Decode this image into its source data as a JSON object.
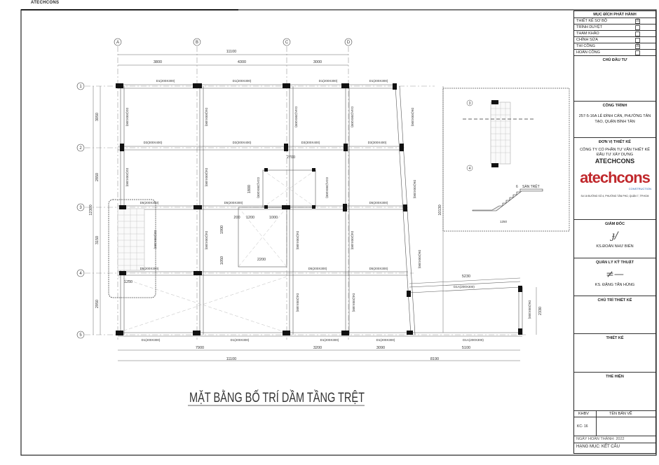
{
  "header": {
    "brand": "ATECHCONS"
  },
  "title": "MẶT BẰNG BỐ TRÍ DẦM TẦNG TRỆT",
  "grid": {
    "columns": [
      "A",
      "B",
      "C",
      "D"
    ],
    "rows": [
      "1",
      "2",
      "3",
      "4",
      "5"
    ]
  },
  "dims": {
    "top_total": "11100",
    "top": [
      "3800",
      "4300",
      "3000"
    ],
    "left_total": "12300",
    "left": [
      "3050",
      "2850",
      "3150",
      "2950"
    ],
    "bottom1": [
      "7900",
      "3200",
      "3090",
      "5100"
    ],
    "bottom2": [
      "11100",
      "8190"
    ],
    "opening": [
      "2700",
      "1800",
      "200",
      "1200",
      "1000",
      "1900",
      "1050",
      "2200"
    ],
    "stair": "1250",
    "right_ext": "5230",
    "right_h": "2330",
    "right_v": "10130"
  },
  "beams": {
    "d1": "D1(200X300)",
    "d1a": "D1A(200X300)",
    "d2": "D2(200X300)",
    "d2a": "D2A(200X300)",
    "d3": "D3(300X400)",
    "d4": "D4(300X400)",
    "d4b": "D4(200X300)",
    "d4c": "D4(200X400)",
    "d4a": "D4A(200X300)",
    "d5": "D5(200X300)",
    "d6": "D6(200X300)"
  },
  "detail": {
    "label": "SÀN TRỆT",
    "step": "6",
    "width": "1250",
    "grid": [
      "3",
      "4"
    ]
  },
  "title_block": {
    "purpose_title": "MỤC ĐÍCH PHÁT HÀNH",
    "purposes": [
      {
        "label": "THIẾT KẾ SƠ BỘ",
        "mark": "☒"
      },
      {
        "label": "TRÌNH DUYỆT",
        "mark": ""
      },
      {
        "label": "THAM KHẢO",
        "mark": ""
      },
      {
        "label": "CHỈNH SỬA",
        "mark": ""
      },
      {
        "label": "THI CÔNG",
        "mark": "☒"
      },
      {
        "label": "HOÀN CÔNG",
        "mark": ""
      }
    ],
    "owner": "CHỦ ĐẦU TƯ",
    "project_title": "CÔNG TRÌNH",
    "project_addr": "257-5-16A LÊ ĐÌNH CẨN, PHƯỜNG TÂN TẠO, QUẬN BÌNH TÂN",
    "designer_title": "ĐƠN VỊ THIẾT KẾ",
    "company": "CÔNG TY CỔ PHẦN TƯ VẤN THIẾT KẾ ĐẦU TƯ XÂY DỰNG",
    "company_name": "ATECHCONS",
    "logo": "atechcons",
    "logo_sub": "CONSTRUCTION",
    "company_addr": "Số 16 ĐƯỜNG SỐ 4, PHƯỜNG TÂN PHÚ, QUẬN 7, TP.HCM",
    "director_title": "GIÁM ĐỐC",
    "director": "KS.ĐOÀN NHƯ BIỂN",
    "tech_title": "QUẢN LÝ KỸ THUẬT",
    "tech": "KS. ĐẶNG TẤN HÙNG",
    "lead_title": "CHỦ TRÌ THIẾT KẾ",
    "design_title": "THIẾT KẾ",
    "drafter_title": "THỂ HIỆN",
    "khbv": "KHBV",
    "sheet_name": "TÊN BẢN VẼ",
    "sheet_no": "KC- 16",
    "date": "NGÀY HOÀN THÀNH: 2022",
    "category": "HẠNG MỤC: KẾT CẤU"
  }
}
